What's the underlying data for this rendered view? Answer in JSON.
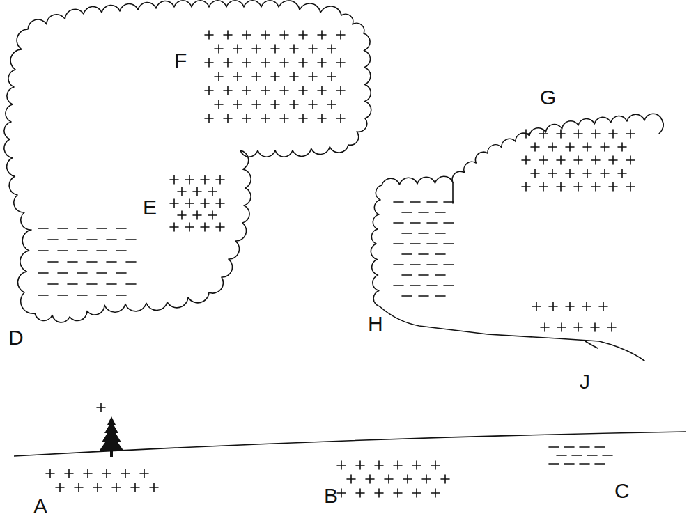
{
  "diagram": {
    "labels": [
      "A",
      "B",
      "C",
      "D",
      "E",
      "F",
      "G",
      "H",
      "J"
    ]
  }
}
